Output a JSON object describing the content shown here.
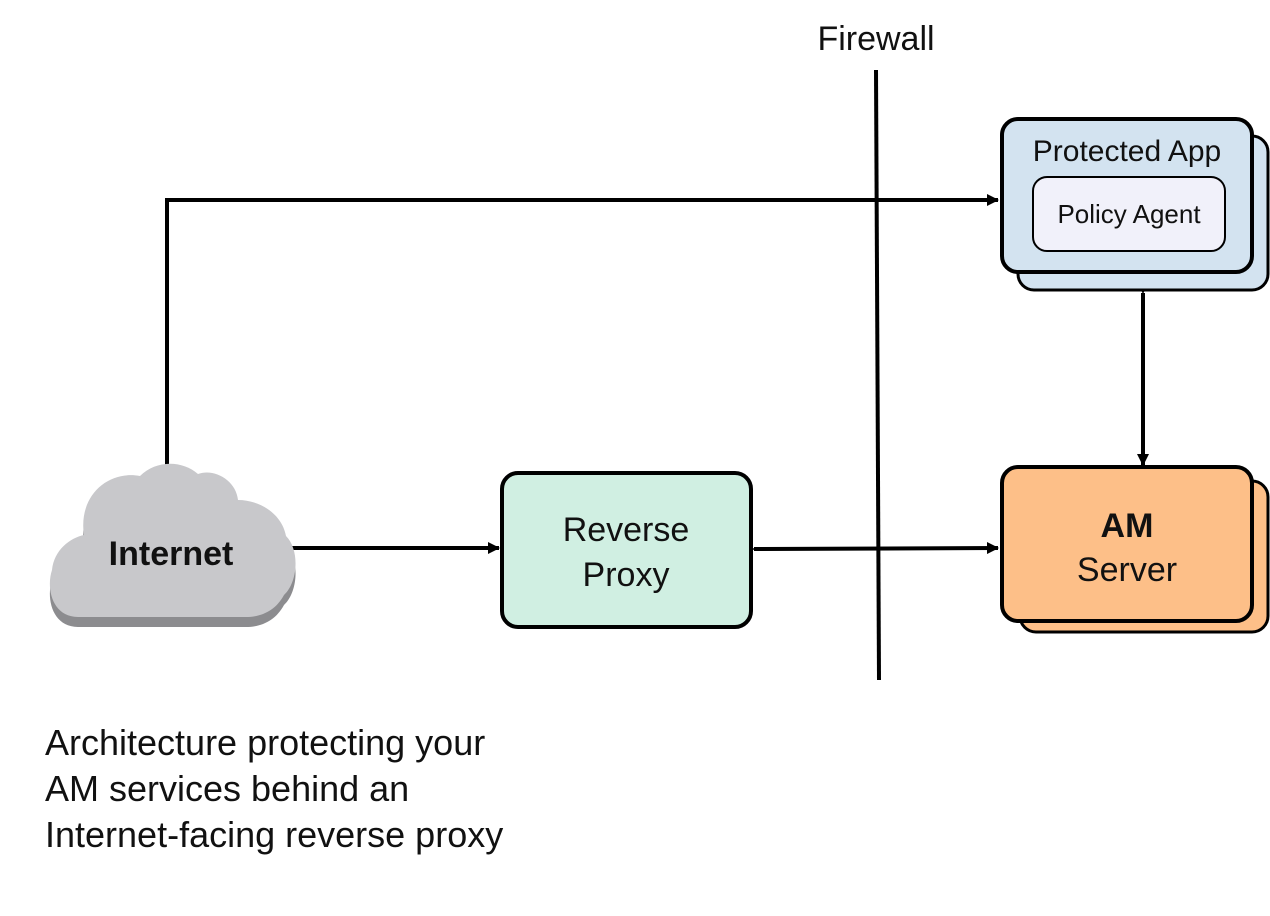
{
  "diagram": {
    "firewall_label": "Firewall",
    "protected_app": {
      "title": "Protected App",
      "inner_label": "Policy Agent"
    },
    "am_server": {
      "line1": "AM",
      "line2": "Server"
    },
    "reverse_proxy": {
      "line1": "Reverse",
      "line2": "Proxy"
    },
    "internet_label": "Internet",
    "caption_lines": [
      "Architecture protecting your",
      "AM services behind an",
      "Internet-facing reverse proxy"
    ]
  },
  "colors": {
    "protected_app_fill": "#d3e3f0",
    "policy_agent_fill": "#f1f1fa",
    "am_server_fill": "#fdbf88",
    "reverse_proxy_fill": "#d0efe2",
    "cloud_fill": "#c8c8cb",
    "cloud_shadow": "#8c8c8f",
    "stroke": "#000000"
  }
}
